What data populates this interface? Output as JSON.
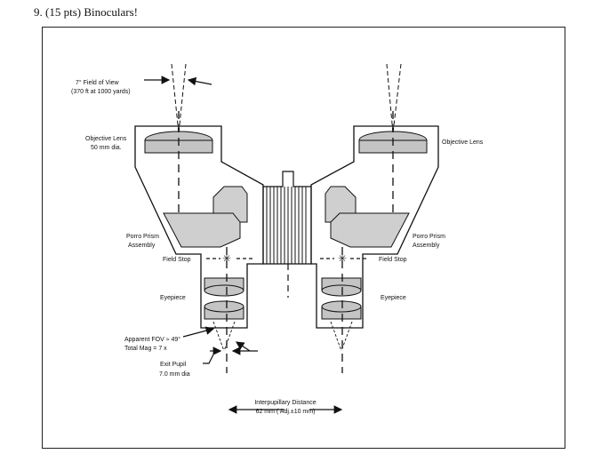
{
  "heading": "9.   (15 pts) Binoculars!",
  "labels": {
    "fov_line1": "7° Field of View",
    "fov_line2": "(370 ft at 1000 yards)",
    "objective_left_line1": "Objective Lens",
    "objective_left_line2": "50 mm dia.",
    "objective_right": "Objective Lens",
    "porro_left_line1": "Porro Prism",
    "porro_left_line2": "Assembly",
    "porro_right_line1": "Porro Prism",
    "porro_right_line2": "Assembly",
    "field_stop_left": "Field Stop",
    "field_stop_right": "Field Stop",
    "eyepiece_left": "Eyepiece",
    "eyepiece_right": "Eyepiece",
    "apparent_fov": "Apparent FOV ≈ 49°",
    "total_mag": "Total Mag = 7 x",
    "exit_pupil_line1": "Exit Pupil",
    "exit_pupil_line2": "7.0 mm dia",
    "ipd_line1": "Interpupillary Distance",
    "ipd_line2": "62 mm ( Adj.±10 mm)"
  },
  "colors": {
    "ink": "#111111",
    "prism_fill": "#cfcfcf",
    "lens_fill": "#bdbdbd"
  }
}
